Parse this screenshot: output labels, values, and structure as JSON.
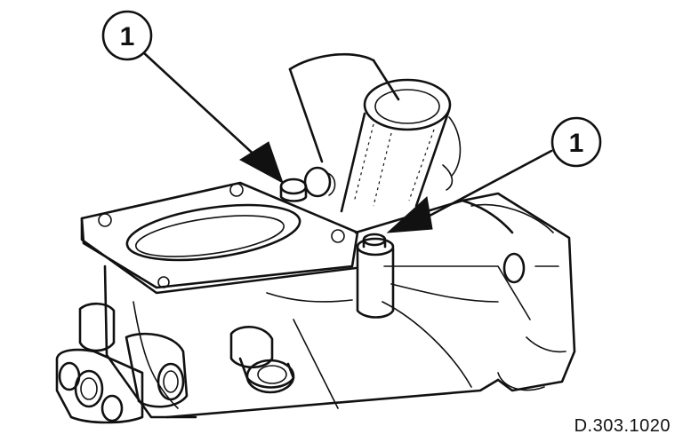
{
  "callouts": [
    {
      "label": "1"
    },
    {
      "label": "1"
    }
  ],
  "reference_code": "D.303.1020"
}
